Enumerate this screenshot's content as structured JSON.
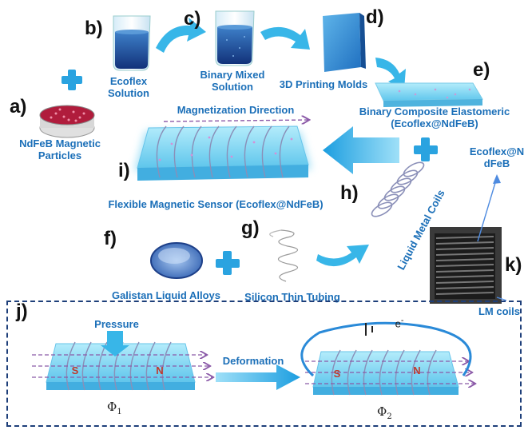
{
  "panels": {
    "a": {
      "letter": "a)",
      "label_line1": "NdFeB Magnetic",
      "label_line2": "Particles"
    },
    "b": {
      "letter": "b)",
      "label_line1": "Ecoflex",
      "label_line2": "Solution"
    },
    "c": {
      "letter": "c)",
      "label_line1": "Binary Mixed",
      "label_line2": "Solution"
    },
    "d": {
      "letter": "d)",
      "label": "3D Printing Molds"
    },
    "e": {
      "letter": "e)",
      "label_line1": "Binary Composite Elastomeric",
      "label_line2": "(Ecoflex@NdFeB)"
    },
    "f": {
      "letter": "f)",
      "label": "Galistan Liquid Alloys"
    },
    "g": {
      "letter": "g)",
      "label": "Silicon Thin Tubing"
    },
    "h": {
      "letter": "h)",
      "label": "Liquid Metal Coils"
    },
    "i": {
      "letter": "i)",
      "label": "Flexible Magnetic Sensor (Ecoflex@NdFeB)",
      "direction_label": "Magnetization Direction"
    },
    "j": {
      "letter": "j)",
      "pressure": "Pressure",
      "deformation": "Deformation",
      "electron": "e",
      "electron_sup": "-",
      "phi1": "Φ",
      "phi1_sub": "1",
      "phi2": "Φ",
      "phi2_sub": "2",
      "pole_s": "S",
      "pole_n": "N"
    },
    "k": {
      "letter": "k)",
      "callout_top_line1": "Ecoflex@N",
      "callout_top_line2": "dFeB",
      "callout_bottom": "LM coils"
    }
  },
  "colors": {
    "label_blue": "#1b6fb8",
    "arrow_blue": "#38b6e8",
    "plus_blue": "#2aa3e0",
    "elastomer": "#8fdaf5",
    "coil": "#8a8fb8",
    "dash_arrow": "#8b5aa8",
    "pole": "#c0392b",
    "frame": "#1e3f7a"
  }
}
